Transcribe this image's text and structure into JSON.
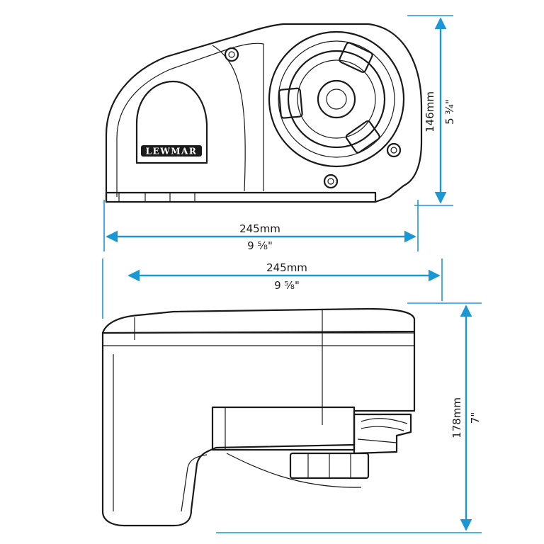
{
  "brand": {
    "logo_text": "LEWMAR",
    "accent_color": "#1a98d5",
    "line_color": "#1a1a1a"
  },
  "dimensions": {
    "top_view_height_mm": "146mm",
    "top_view_height_in": "5 ¾\"",
    "top_view_width_mm": "245mm",
    "top_view_width_in": "9 ⅝\"",
    "side_view_width_mm": "245mm",
    "side_view_width_in": "9 ⅝\"",
    "side_view_height_mm": "178mm",
    "side_view_height_in": "7\""
  }
}
